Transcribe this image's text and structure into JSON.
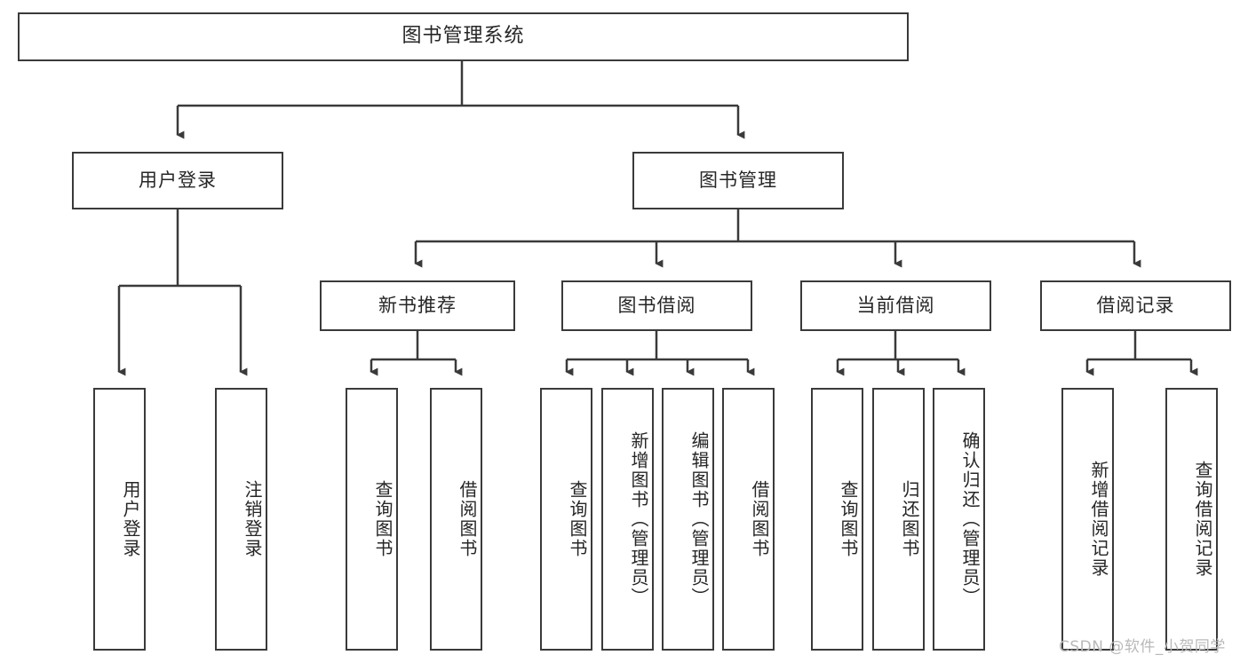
{
  "diagram": {
    "type": "tree-hierarchy",
    "title": "图书管理系统",
    "watermark": "CSDN @软件_小贺同学",
    "colors": {
      "stroke": "#3a3a3a",
      "fill": "#ffffff",
      "text": "#262626",
      "watermark": "#b9b9b9"
    },
    "root": {
      "label": "图书管理系统"
    },
    "level2": [
      {
        "label": "用户登录"
      },
      {
        "label": "图书管理"
      }
    ],
    "level3": [
      {
        "label": "新书推荐"
      },
      {
        "label": "图书借阅"
      },
      {
        "label": "当前借阅"
      },
      {
        "label": "借阅记录"
      }
    ],
    "leaves": {
      "user_login": [
        {
          "label": "用户登录"
        },
        {
          "label": "注销登录"
        }
      ],
      "new_book_recommend": [
        {
          "label": "查询图书"
        },
        {
          "label": "借阅图书"
        }
      ],
      "book_borrow": [
        {
          "label": "查询图书"
        },
        {
          "label": "新增图书（管理员）"
        },
        {
          "label": "编辑图书（管理员）"
        },
        {
          "label": "借阅图书"
        }
      ],
      "current_borrow": [
        {
          "label": "查询图书"
        },
        {
          "label": "归还图书"
        },
        {
          "label": "确认归还（管理员）"
        }
      ],
      "borrow_record": [
        {
          "label": "新增借阅记录"
        },
        {
          "label": "查询借阅记录"
        }
      ]
    }
  }
}
